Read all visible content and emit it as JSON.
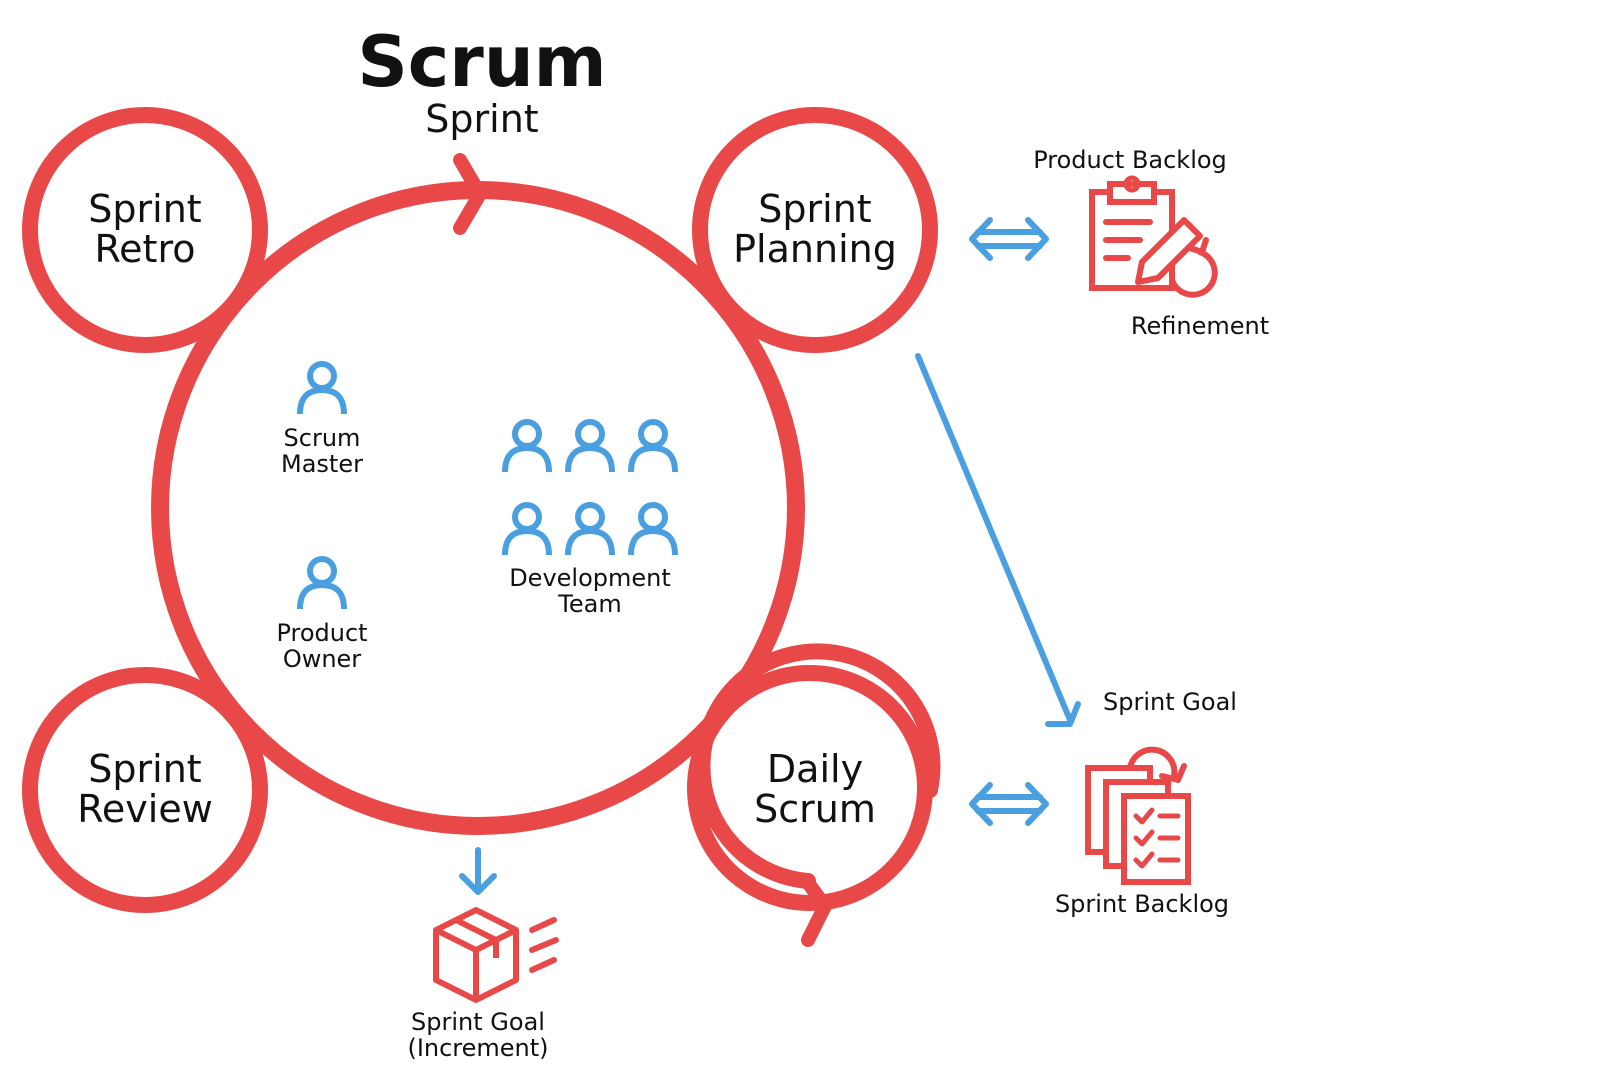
{
  "title": "Scrum",
  "subtitle": "Sprint",
  "events": {
    "retro": [
      "Sprint",
      "Retro"
    ],
    "planning": [
      "Sprint",
      "Planning"
    ],
    "review": [
      "Sprint",
      "Review"
    ],
    "daily": [
      "Daily",
      "Scrum"
    ]
  },
  "roles": {
    "scrum_master": [
      "Scrum",
      "Master"
    ],
    "product_owner": [
      "Product",
      "Owner"
    ],
    "dev_team": [
      "Development",
      "Team"
    ]
  },
  "artifacts": {
    "product_backlog": "Product Backlog",
    "refinement": "Refinement",
    "sprint_goal": "Sprint Goal",
    "sprint_backlog": "Sprint Backlog",
    "increment": [
      "Sprint Goal",
      "(Increment)"
    ]
  },
  "colors": {
    "red": "#E84848",
    "blue": "#4A9FE0",
    "text": "#111111"
  },
  "icons": [
    "person-icon",
    "clipboard-pencil-icon",
    "refresh-icon",
    "documents-checklist-icon",
    "box-icon",
    "double-arrow-icon",
    "down-arrow-icon"
  ]
}
